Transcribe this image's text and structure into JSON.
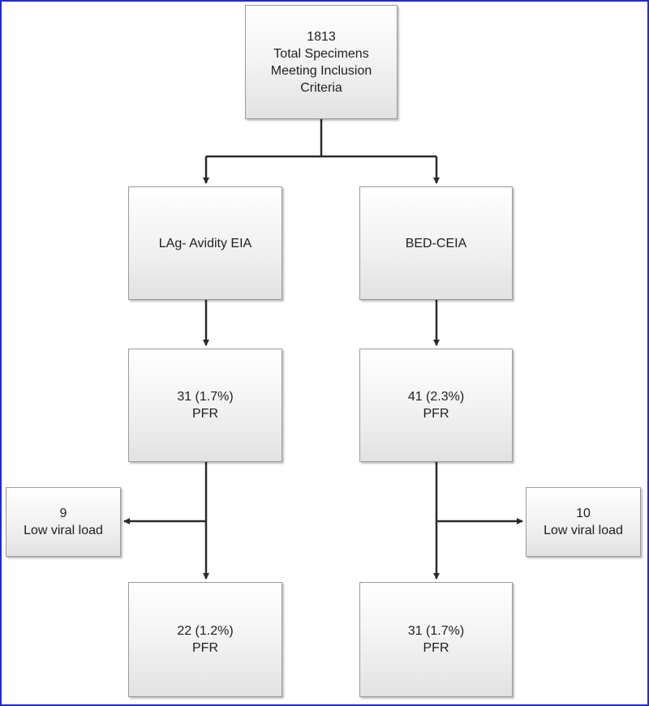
{
  "nodes": {
    "root": {
      "line1": "1813",
      "line2": "Total Specimens",
      "line3": "Meeting Inclusion",
      "line4": "Criteria"
    },
    "left_assay": {
      "label": "LAg- Avidity EIA"
    },
    "right_assay": {
      "label": "BED-CEIA"
    },
    "left_pfr": {
      "line1": "31 (1.7%)",
      "line2": "PFR"
    },
    "right_pfr": {
      "line1": "41 (2.3%)",
      "line2": "PFR"
    },
    "left_excluded": {
      "line1": "9",
      "line2": "Low viral load"
    },
    "right_excluded": {
      "line1": "10",
      "line2": "Low viral load"
    },
    "left_final": {
      "line1": "22 (1.2%)",
      "line2": "PFR"
    },
    "right_final": {
      "line1": "31 (1.7%)",
      "line2": "PFR"
    }
  },
  "colors": {
    "frame_border": "#1f2ad8",
    "box_border": "#9a9a9a",
    "line": "#2a2a2a"
  }
}
